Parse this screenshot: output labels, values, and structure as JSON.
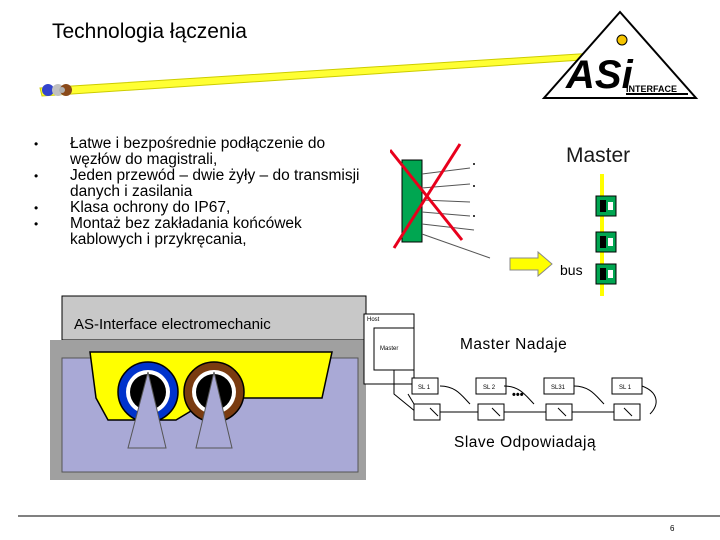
{
  "title": "Technologia łączenia",
  "logo": {
    "text": "ASi",
    "subtext": "INTERFACE"
  },
  "bullets": [
    "Łatwe i bezpośrednie podłączenie do węzłów do magistrali,",
    "Jeden przewód – dwie żyły – do transmisji danych i zasilania",
    "Klasa ochrony do IP67,",
    "Montaż bez zakładania końcówek kablowych i przykręcania,"
  ],
  "diagram_top": {
    "master_label": "Master",
    "bus_label": "bus"
  },
  "electromechanic": {
    "label": "AS-Interface electromechanic"
  },
  "protocol": {
    "host_label": "Host",
    "master_box_label": "Master",
    "master_sends": "Master Nadaje",
    "slaves_respond": "Slave Odpowiadają",
    "slaves": [
      "SL 1",
      "SL 2",
      "SL31",
      "SL 1"
    ],
    "ellipsis": "•••"
  },
  "colors": {
    "bus_yellow": "#ffff00",
    "node_green": "#00a651",
    "cross_red": "#e8001c",
    "connector_blue": "#0033cc",
    "connector_brown": "#7a3b10",
    "lavender": "#a9a9d6"
  },
  "page_number": "6"
}
